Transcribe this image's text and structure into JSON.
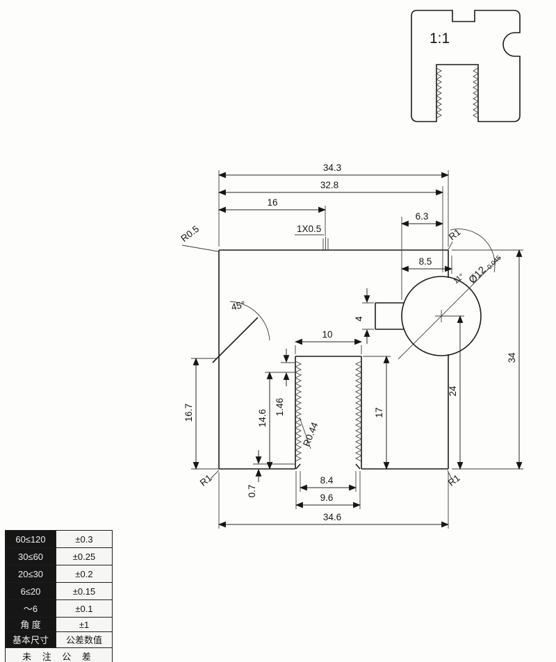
{
  "scale_view": {
    "label": "1:1"
  },
  "dims": {
    "top_34_3": "34.3",
    "top_32_8": "32.8",
    "top_16": "16",
    "chamfer_note": "1X0.5",
    "top_6_3": "6.3",
    "right_8_5": "8.5",
    "r0_5": "R0.5",
    "r1_top_right": "R1",
    "dia_main": "Ø12",
    "dia_tol": "-0.045",
    "angle_11": "11°",
    "angle_45": "45°",
    "slot_4": "4",
    "right_34": "34",
    "right_24": "24",
    "thread_17": "17",
    "thread_10": "10",
    "left_16_7": "16.7",
    "left_14_6": "14.6",
    "left_1_46": "1.46",
    "r0_44": "R0.44",
    "bottom_8_4": "8.4",
    "bottom_9_6": "9.6",
    "bottom_0_7": "0.7",
    "bottom_34_6": "34.6",
    "r1_bottom_left": "R1",
    "r1_bottom_right": "R1"
  },
  "tolerance_table": {
    "rows": [
      {
        "range": "60≤120",
        "tolerance": "±0.3"
      },
      {
        "range": "30≤60",
        "tolerance": "±0.25"
      },
      {
        "range": "20≤30",
        "tolerance": "±0.2"
      },
      {
        "range": "6≤20",
        "tolerance": "±0.15"
      },
      {
        "range": "～6",
        "tolerance": "±0.1"
      },
      {
        "range": "角 度",
        "tolerance": "±1"
      }
    ],
    "header_range": "基本尺寸",
    "header_tolerance": "公差数值",
    "footer": "未 注 公 差"
  }
}
